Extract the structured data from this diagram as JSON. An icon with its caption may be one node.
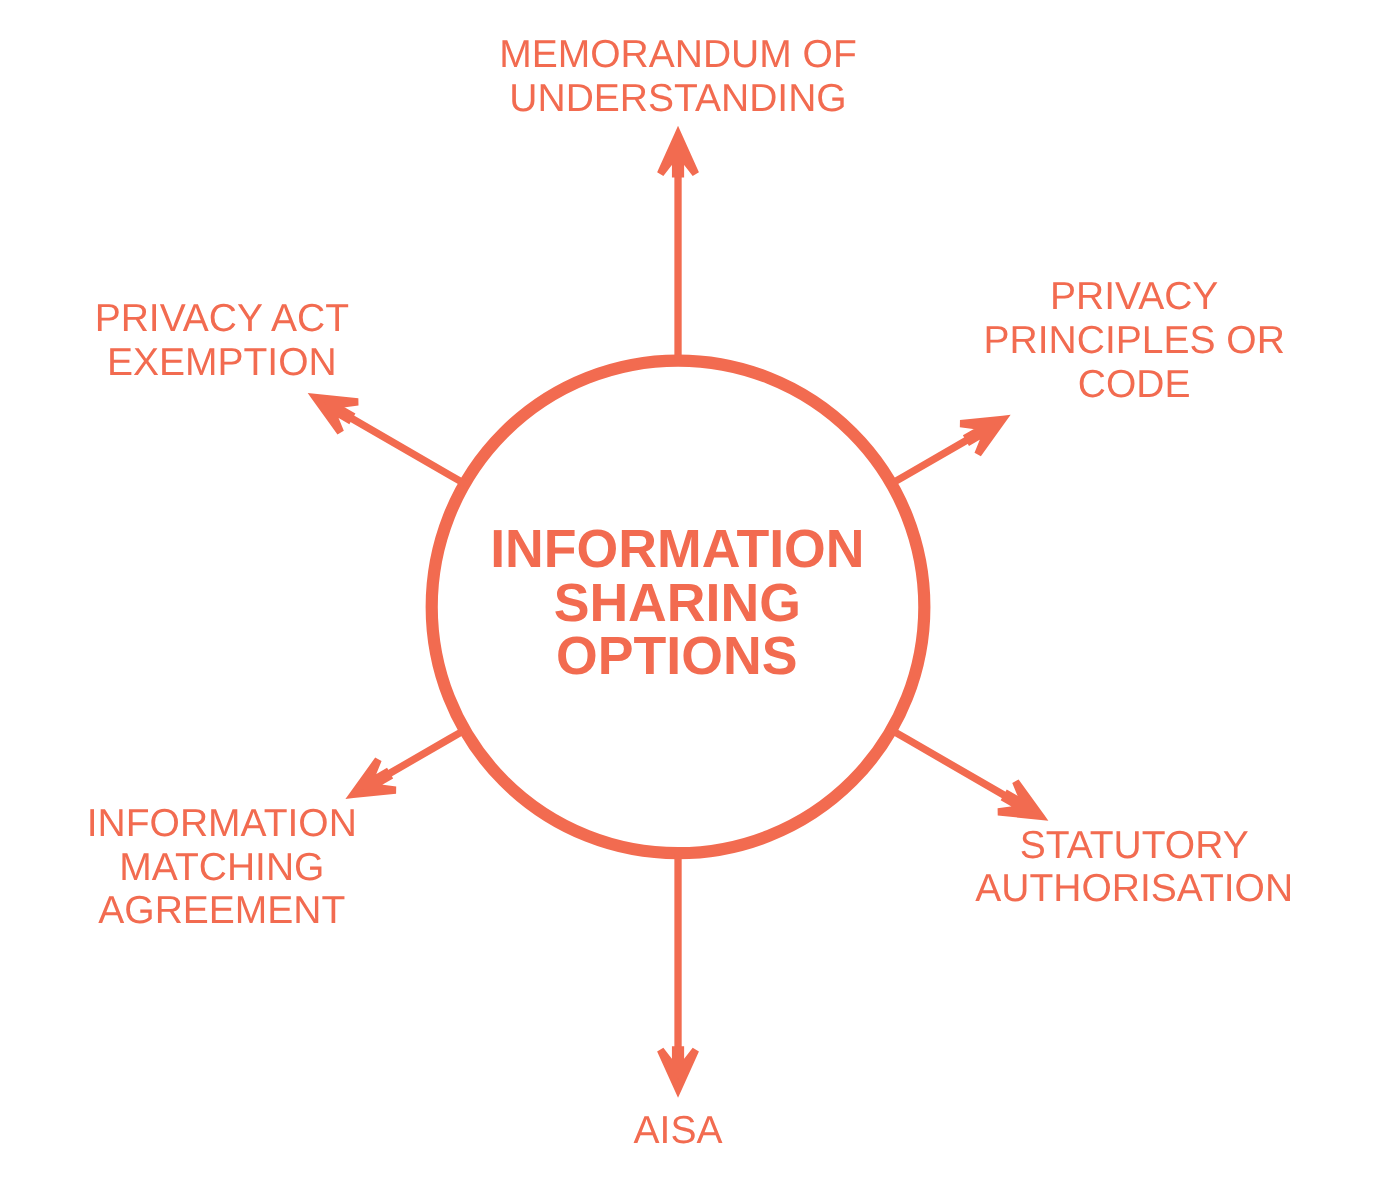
{
  "diagram": {
    "nodes": [
      {
        "text": [
          "INFORMATION SHARING OPTIONS"
        ]
      },
      {
        "text": [
          "PRIVACY PRINCIPLES OR CODE"
        ]
      },
      {
        "text": [
          "MEMORANDUM OF UNDERSTANDING"
        ]
      },
      {
        "text": [
          "PRIVACY ACT EXEMPTION"
        ]
      },
      {
        "text": [
          "INFORMATION MATCHING AGREEMENT"
        ]
      },
      {
        "text": [
          "AISA"
        ]
      },
      {
        "text": [
          "STATUTORY AUTHORISATION"
        ]
      }
    ],
    "edges": [
      {
        "from": 0,
        "to": 1,
        "arrow": "to"
      },
      {
        "from": 0,
        "to": 2,
        "arrow": "to"
      },
      {
        "from": 0,
        "to": 3,
        "arrow": "to"
      },
      {
        "from": 0,
        "to": 4,
        "arrow": "to"
      },
      {
        "from": 0,
        "to": 5,
        "arrow": "to"
      },
      {
        "from": 0,
        "to": 6,
        "arrow": "to"
      }
    ]
  }
}
